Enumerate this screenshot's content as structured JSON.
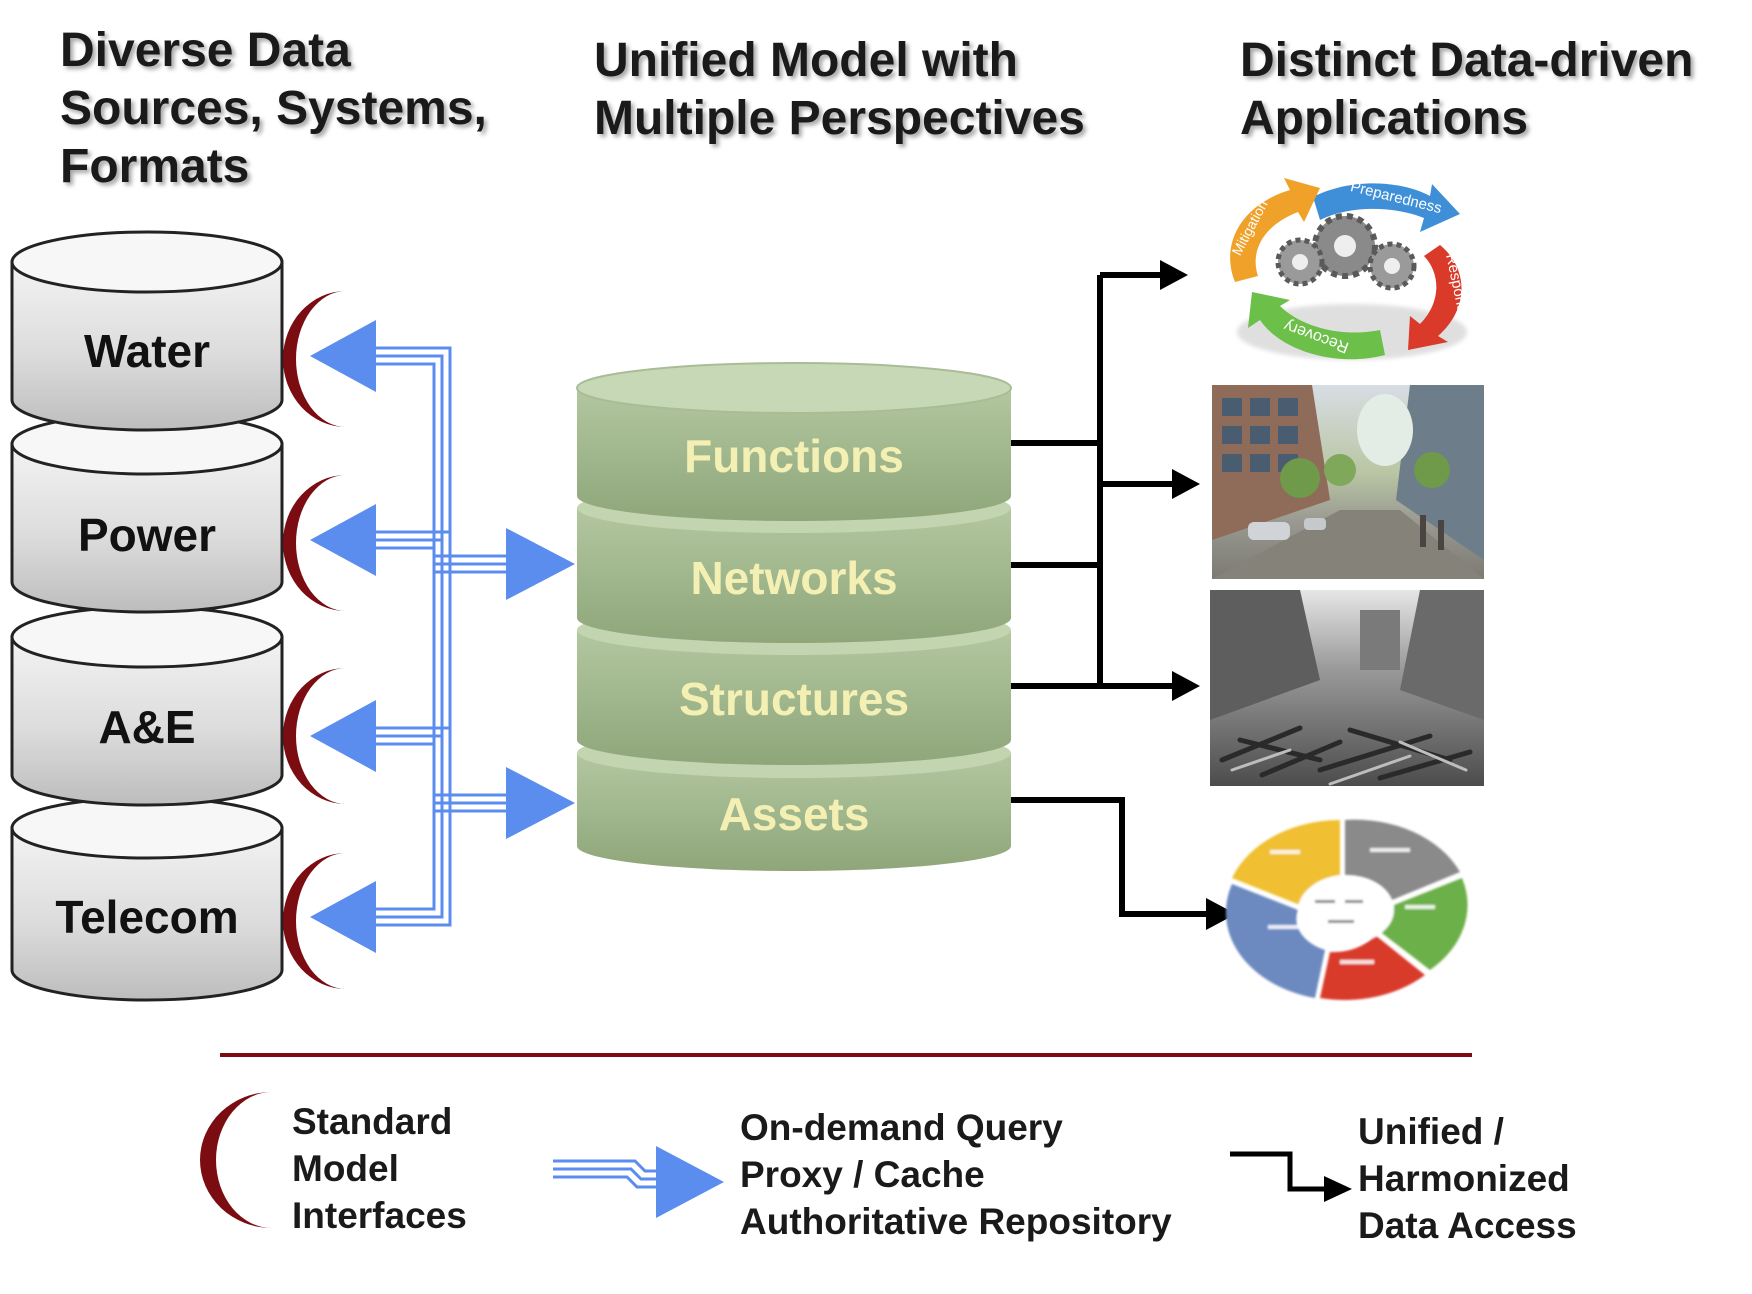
{
  "headers": {
    "sources": [
      "Diverse Data",
      "Sources, Systems,",
      "Formats"
    ],
    "model": [
      "Unified Model with",
      "Multiple Perspectives"
    ],
    "apps": [
      "Distinct Data-driven",
      "Applications"
    ]
  },
  "sources": [
    "Water",
    "Power",
    "A&E",
    "Telecom"
  ],
  "layers": [
    "Functions",
    "Networks",
    "Structures",
    "Assets"
  ],
  "cycle_labels": [
    "Preparedness",
    "Response",
    "Recovery",
    "Mitigation"
  ],
  "legend": {
    "interfaces": [
      "Standard",
      "Model",
      "Interfaces"
    ],
    "query": [
      "On-demand Query",
      "Proxy / Cache",
      "Authoritative Repository"
    ],
    "access": [
      "Unified /",
      "Harmonized",
      "Data Access"
    ]
  },
  "colors": {
    "crescent": "#7a0c12",
    "pipe": "#5b8def",
    "green_layer": "#9fb58a",
    "divider": "#7a0c12",
    "cycle_blue": "#3f8fd8",
    "cycle_red": "#d93a2a",
    "cycle_green": "#6cc04a",
    "cycle_orange": "#f0a12a"
  }
}
